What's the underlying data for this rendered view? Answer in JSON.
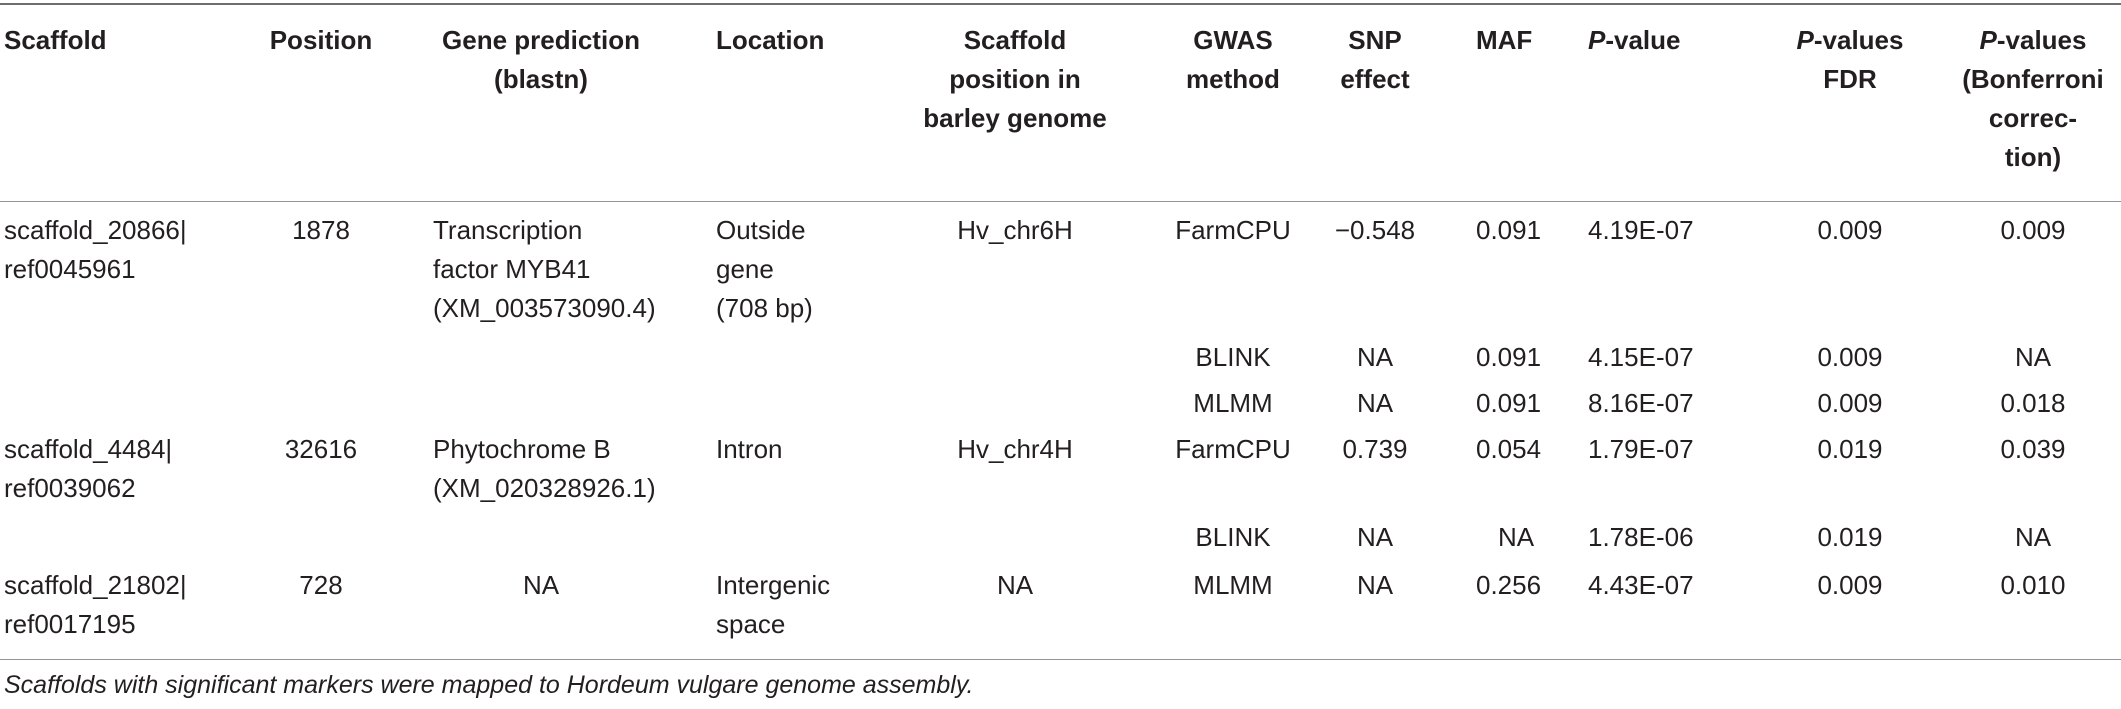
{
  "headers": {
    "scaffold": [
      "Scaffold"
    ],
    "position": [
      "Position"
    ],
    "gene": [
      "Gene prediction",
      "(blastn)"
    ],
    "location": [
      "Location"
    ],
    "scaffold_pos": [
      "Scaffold",
      "position in",
      "barley genome"
    ],
    "gwas": [
      "GWAS",
      "method"
    ],
    "snp": [
      "SNP",
      "effect"
    ],
    "maf": [
      "MAF"
    ],
    "pvalue_p": "P",
    "pvalue_rest": "-value",
    "fdr_p": "P",
    "fdr_rest": "-values",
    "fdr_line2": "FDR",
    "bonf_p": "P",
    "bonf_rest": "-values",
    "bonf_lines": [
      "(Bonferroni",
      "correc-",
      "tion)"
    ]
  },
  "rows": [
    {
      "scaffold": [
        "scaffold_20866|",
        "ref0045961"
      ],
      "position": "1878",
      "gene": [
        "Transcription",
        "factor MYB41",
        "(XM_003573090.4)"
      ],
      "location": [
        "Outside",
        "gene",
        "(708 bp)"
      ],
      "scaffold_pos": "Hv_chr6H",
      "method": "FarmCPU",
      "snp": "−0.548",
      "maf": "0.091",
      "p": "4.19E-07",
      "fdr": "0.009",
      "bonf": "0.009"
    },
    {
      "method": "BLINK",
      "snp": "NA",
      "maf": "0.091",
      "p": "4.15E-07",
      "fdr": "0.009",
      "bonf": "NA"
    },
    {
      "method": "MLMM",
      "snp": "NA",
      "maf": "0.091",
      "p": "8.16E-07",
      "fdr": "0.009",
      "bonf": "0.018"
    },
    {
      "scaffold": [
        "scaffold_4484|",
        "ref0039062"
      ],
      "position": "32616",
      "gene": [
        "Phytochrome B",
        "(XM_020328926.1)"
      ],
      "location": [
        "Intron"
      ],
      "scaffold_pos": "Hv_chr4H",
      "method": "FarmCPU",
      "snp": "0.739",
      "maf": "0.054",
      "p": "1.79E-07",
      "fdr": "0.019",
      "bonf": "0.039"
    },
    {
      "method": "BLINK",
      "snp": "NA",
      "maf": "NA",
      "p": "1.78E-06",
      "fdr": "0.019",
      "bonf": "NA"
    },
    {
      "scaffold": [
        "scaffold_21802|",
        "ref0017195"
      ],
      "position": "728",
      "gene": [
        "NA"
      ],
      "location": [
        "Intergenic",
        "space"
      ],
      "scaffold_pos": "NA",
      "method": "MLMM",
      "snp": "NA",
      "maf": "0.256",
      "p": "4.43E-07",
      "fdr": "0.009",
      "bonf": "0.010"
    }
  ],
  "footnote": "Scaffolds with significant markers were mapped to Hordeum vulgare genome assembly."
}
